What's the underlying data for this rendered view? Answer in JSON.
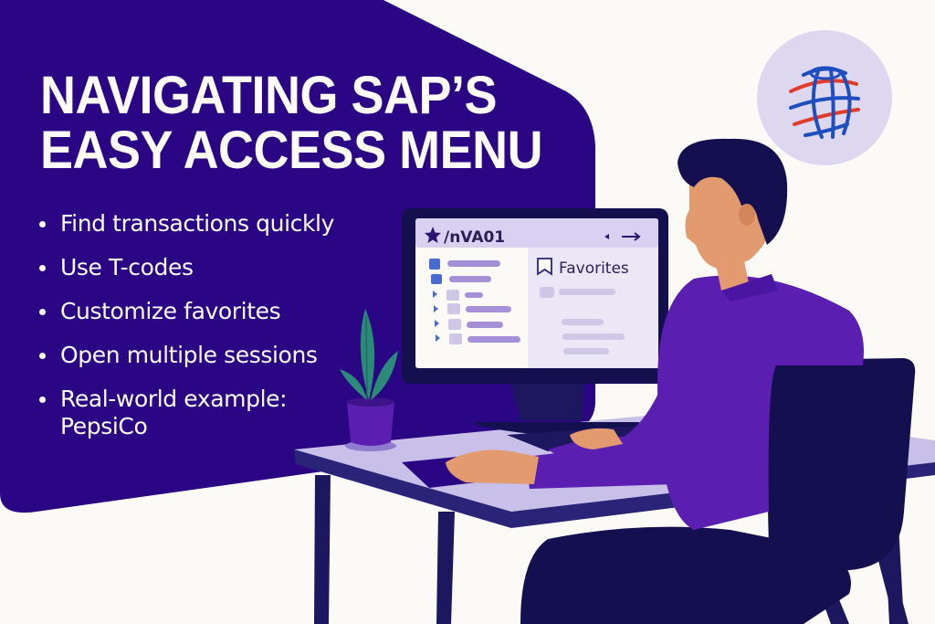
{
  "banner": {
    "title_line1": "NAVIGATING SAP’S",
    "title_line2": "EASY ACCESS MENU",
    "bullets": [
      "Find transactions quickly",
      "Use T-codes",
      "Customize favorites",
      "Open multiple sessions",
      "Real-world example:",
      "PepsiCo"
    ]
  },
  "monitor_ui": {
    "command_field": "/nVA01",
    "command_icon": "star-icon",
    "nav_icons": [
      "back-arrow-icon",
      "forward-arrow-icon"
    ],
    "favorites_label": "Favorites",
    "favorites_icon": "bookmark-icon",
    "tree_items": [
      "folder-icon",
      "folder-icon",
      "expand-arrow-icon",
      "expand-arrow-icon",
      "expand-arrow-icon",
      "expand-arrow-icon"
    ]
  },
  "illustration": {
    "subject": "person-at-desk-using-computer",
    "logo": "globe-logo-icon"
  },
  "colors": {
    "background": "#fcfaf7",
    "banner_purple": "#2b0684",
    "shirt_purple": "#5a1fb0",
    "navy": "#14104f",
    "desk_lavender": "#c9c0ea",
    "screen_header": "#d9d1f1",
    "globe_blue": "#1f4fbf",
    "globe_red": "#e43a2a",
    "plant_green": "#2c8a78"
  }
}
